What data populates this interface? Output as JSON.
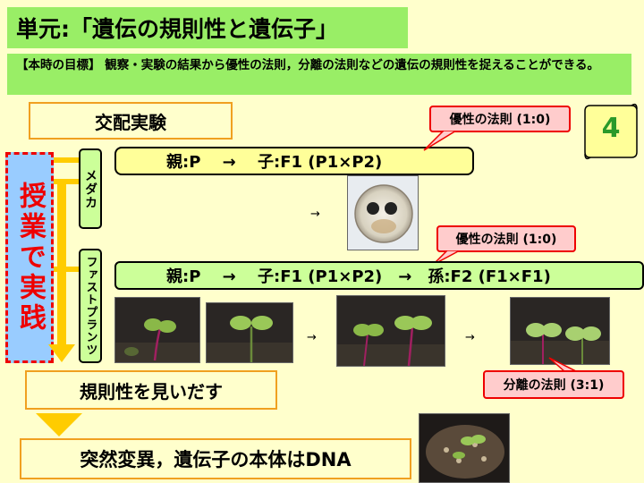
{
  "title": "単元:「遺伝の規則性と遺伝子」",
  "goal": "【本時の目標】 観察・実験の結果から優性の法則，分離の法則などの遺伝の規則性を捉えることができる。",
  "experiment_label": "交配実験",
  "page_number": "4",
  "vertical_banner": "授業で実践",
  "medaka": {
    "label": "メダカ",
    "bar": "親:P　 →　 子:F1 (P1×P2)",
    "law": "優性の法則 (1:0)"
  },
  "fast_plants": {
    "label": "ファストプランツ",
    "bar": "親:P　 →　 子:F1 (P1×P2)　→　孫:F2 (F1×F1)",
    "law_top": "優性の法則 (1:0)",
    "law_bottom": "分離の法則 (3:1)"
  },
  "regularity": "規則性を見いだす",
  "conclusion": "突然変異，遺伝子の本体はDNA",
  "arrow_glyph": "→",
  "colors": {
    "green": "#99ee66",
    "yellow": "#ffff99",
    "orange_border": "#f0a020",
    "red": "#ee0000",
    "blue": "#99ccff"
  }
}
